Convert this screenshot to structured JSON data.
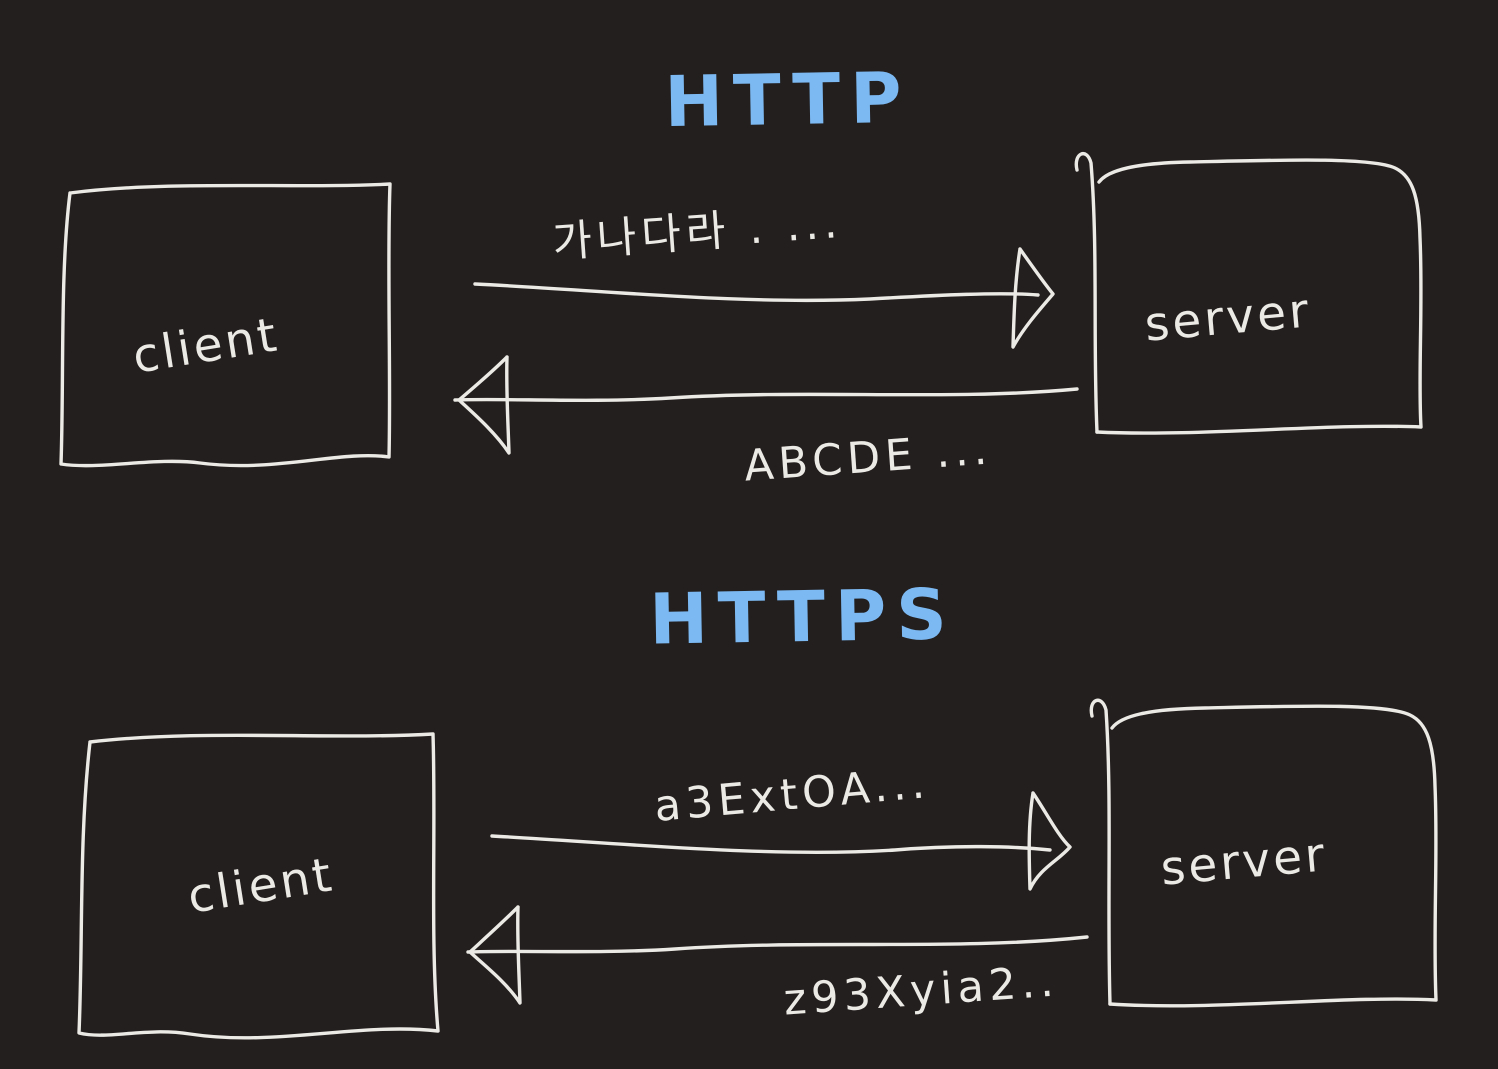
{
  "palette": {
    "background": "#231f1f",
    "ink": "#eceae5",
    "accent_blue": "#7cb9f2"
  },
  "sections": [
    {
      "title": "HTTP",
      "client_label": "client",
      "server_label": "server",
      "request_message": "가나다라 . ...",
      "response_message": "ABCDE ..."
    },
    {
      "title": "HTTPS",
      "client_label": "client",
      "server_label": "server",
      "request_message": "a3ExtOA...",
      "response_message": "z93Xyia2.."
    }
  ]
}
